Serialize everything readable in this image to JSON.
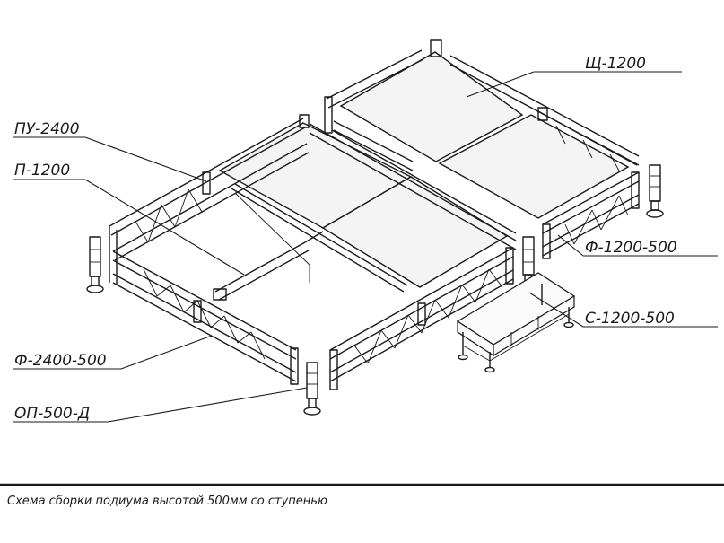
{
  "labels": {
    "shield": "Щ-1200",
    "pu": "ПУ-2400",
    "p": "П-1200",
    "frame_small": "Ф-1200-500",
    "step": "С-1200-500",
    "frame_large": "Ф-2400-500",
    "leg": "ОП-500-Д"
  },
  "caption": "Схема сборки подиума высотой 500мм со ступенью",
  "colors": {
    "ink": "#1a1a1a",
    "background": "#ffffff",
    "deck": "#f4f4f4"
  }
}
